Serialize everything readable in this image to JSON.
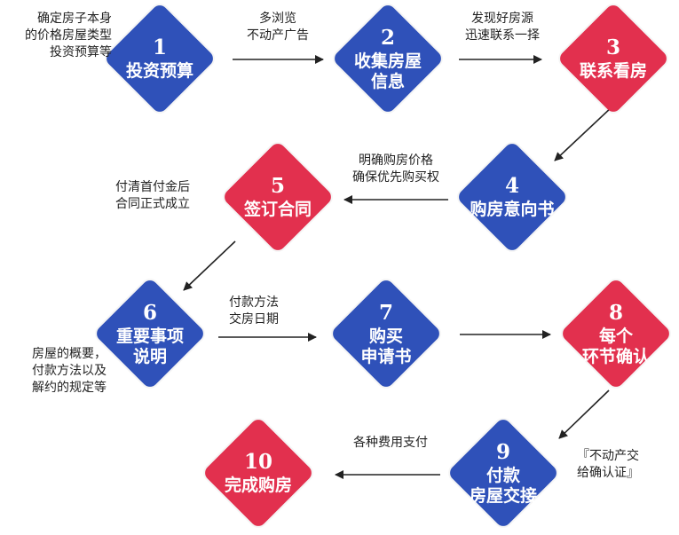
{
  "steps": [
    {
      "num": "1",
      "label": "投资预算"
    },
    {
      "num": "2",
      "label_lines": [
        "收集房屋",
        "信息"
      ]
    },
    {
      "num": "3",
      "label": "联系看房"
    },
    {
      "num": "4",
      "label": "购房意向书"
    },
    {
      "num": "5",
      "label": "签订合同"
    },
    {
      "num": "6",
      "label_lines": [
        "重要事项",
        "说明"
      ]
    },
    {
      "num": "7",
      "label_lines": [
        "购买",
        "申请书"
      ]
    },
    {
      "num": "8",
      "label_lines": [
        "每个",
        "环节确认"
      ]
    },
    {
      "num": "9",
      "label_lines": [
        "付款",
        "房屋交接"
      ]
    },
    {
      "num": "10",
      "label": "完成购房"
    }
  ],
  "notes": {
    "n1": [
      "确定房子本身",
      "的价格房屋类型",
      "投资预算等"
    ],
    "n12": [
      "多浏览",
      "不动产广告"
    ],
    "n23": [
      "发现好房源",
      "迅速联系一择"
    ],
    "n45": [
      "明确购房价格",
      "确保优先购买权"
    ],
    "n5": [
      "付清首付金后",
      "合同正式成立"
    ],
    "n6": [
      "房屋的概要，",
      "付款方法以及",
      "解约的规定等"
    ],
    "n67": [
      "付款方法",
      "交房日期"
    ],
    "n9": [
      "『不动产交",
      "给确认证』"
    ],
    "n910": [
      "各种费用支付"
    ]
  },
  "colors": {
    "blue": "#2f51b9",
    "red": "#e2304e",
    "arrow": "#222222"
  }
}
